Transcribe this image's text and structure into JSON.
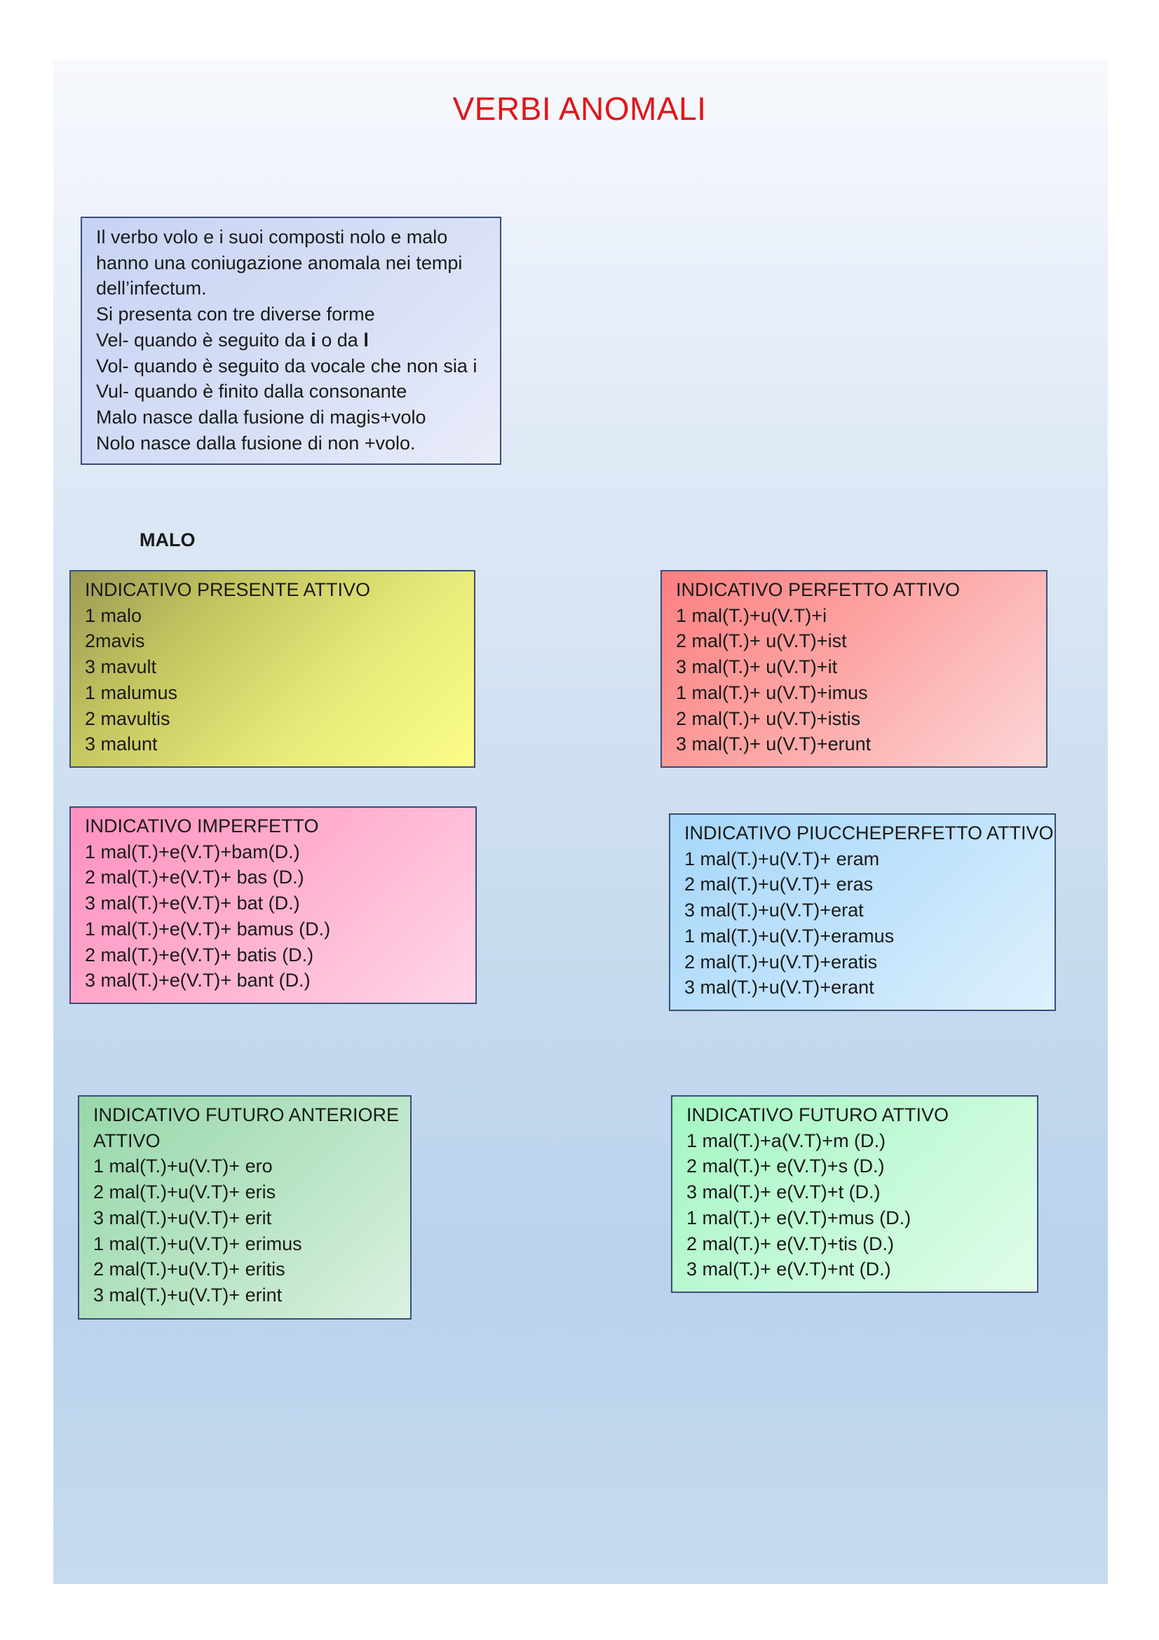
{
  "title": "VERBI ANOMALI",
  "intro": {
    "lines": [
      "Il verbo volo e i suoi composti nolo e malo",
      "hanno  una coniugazione anomala nei tempi",
      "dell’infectum.",
      "Si presenta con tre diverse forme"
    ],
    "vel_prefix": "Vel- quando è seguito da ",
    "vel_i": "i",
    "vel_mid": " o da ",
    "vel_l": "l",
    "lines_after": [
      "Vol- quando è seguito da vocale che non sia i",
      "Vul- quando è finito dalla consonante",
      "Malo nasce dalla fusione di magis+volo",
      "Nolo nasce dalla fusione di non +volo."
    ]
  },
  "section_label": "MALO",
  "boxes": {
    "presente": {
      "heading": "INDICATIVO PRESENTE ATTIVO",
      "rows": [
        "1 malo",
        "2mavis",
        "3 mavult",
        "1 malumus",
        "2 mavultis",
        "3 malunt"
      ]
    },
    "perfetto": {
      "heading": "INDICATIVO PERFETTO ATTIVO",
      "rows": [
        "1 mal(T.)+u(V.T)+i",
        "2 mal(T.)+ u(V.T)+ist",
        "3 mal(T.)+ u(V.T)+it",
        "1 mal(T.)+ u(V.T)+imus",
        "2 mal(T.)+ u(V.T)+istis",
        "3 mal(T.)+ u(V.T)+erunt"
      ]
    },
    "imperfetto": {
      "heading": "INDICATIVO IMPERFETTO",
      "rows": [
        "1 mal(T.)+e(V.T)+bam(D.)",
        "2 mal(T.)+e(V.T)+ bas (D.)",
        "3 mal(T.)+e(V.T)+ bat (D.)",
        "1 mal(T.)+e(V.T)+ bamus (D.)",
        "2 mal(T.)+e(V.T)+ batis (D.)",
        "3 mal(T.)+e(V.T)+ bant (D.)"
      ]
    },
    "piuccheperfetto": {
      "heading": "INDICATIVO PIUCCHEPERFETTO ATTIVO",
      "rows": [
        "1 mal(T.)+u(V.T)+ eram",
        "2 mal(T.)+u(V.T)+ eras",
        "3 mal(T.)+u(V.T)+erat",
        "1 mal(T.)+u(V.T)+eramus",
        "2 mal(T.)+u(V.T)+eratis",
        "3 mal(T.)+u(V.T)+erant"
      ]
    },
    "futuro_anteriore": {
      "heading_1": "INDICATIVO FUTURO ANTERIORE",
      "heading_2": "ATTIVO",
      "rows": [
        "1 mal(T.)+u(V.T)+ ero",
        "2 mal(T.)+u(V.T)+ eris",
        "3 mal(T.)+u(V.T)+ erit",
        "1 mal(T.)+u(V.T)+ erimus",
        "2 mal(T.)+u(V.T)+ eritis",
        "3 mal(T.)+u(V.T)+ erint"
      ]
    },
    "futuro": {
      "heading": "INDICATIVO FUTURO ATTIVO",
      "rows": [
        "1 mal(T.)+a(V.T)+m (D.)",
        "2 mal(T.)+ e(V.T)+s (D.)",
        "3 mal(T.)+ e(V.T)+t (D.)",
        "1 mal(T.)+ e(V.T)+mus (D.)",
        "2 mal(T.)+ e(V.T)+tis (D.)",
        "3 mal(T.)+ e(V.T)+nt (D.)"
      ]
    }
  }
}
